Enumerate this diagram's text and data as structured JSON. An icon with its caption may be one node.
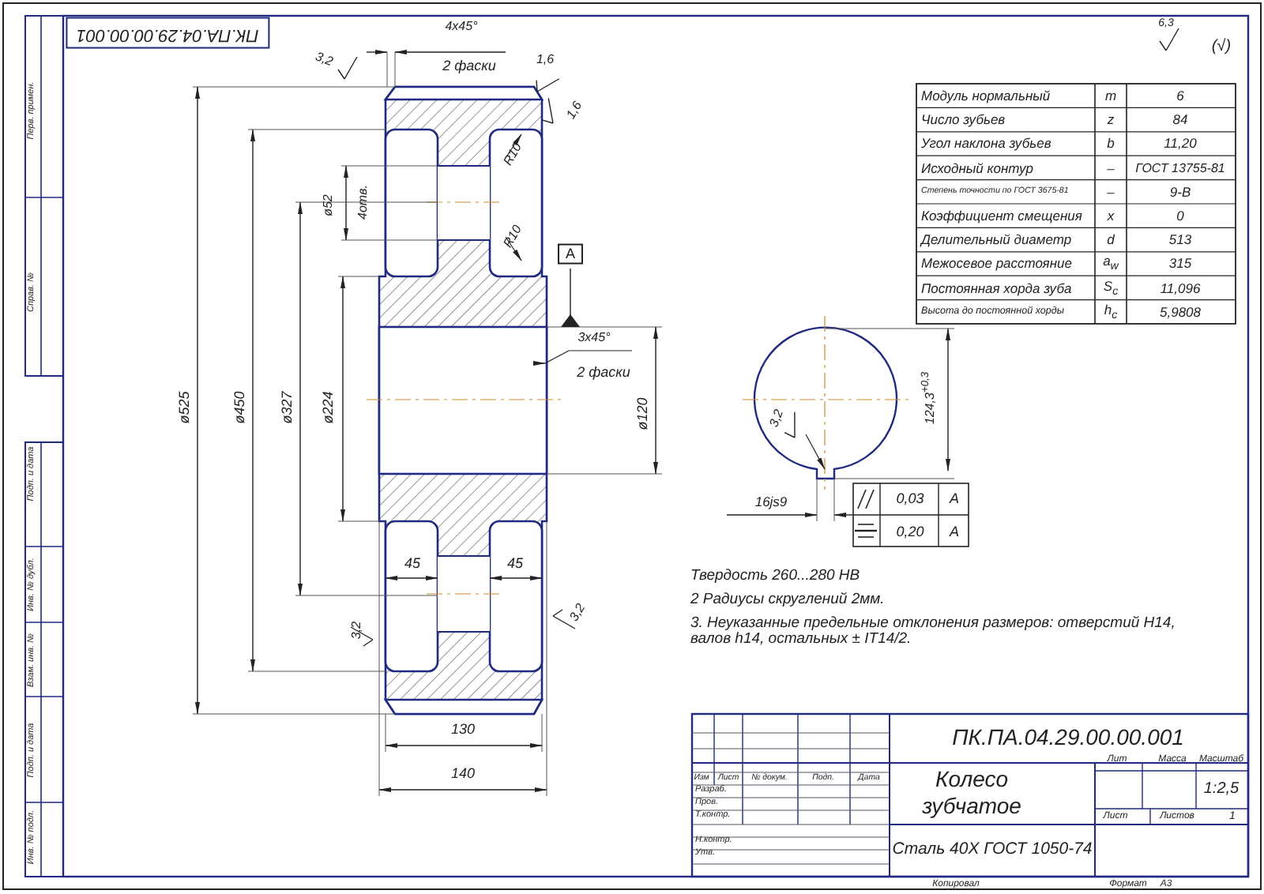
{
  "diagram": {
    "labels": [
      "Перв. примен.",
      "Справ. №",
      "Подп. и дата",
      "Инв. № дубл.",
      "Взам. инв. №",
      "Подп. и дата",
      "Инв. № подл.",
      "ПК.ПА.04.29.00.00.001",
      "3,2",
      "4x45°",
      "2 фаски",
      "1,6",
      "1,6",
      "R10",
      "ø52",
      "4отв.",
      "R10",
      "A",
      "3x45°",
      "2 фаски",
      "ø525",
      "ø450",
      "ø327",
      "ø224",
      "ø120",
      "45",
      "45",
      "3,2",
      "3,2",
      "130",
      "140",
      "6,3",
      "(√)",
      "Модуль нормальный",
      "m",
      "6",
      "Число зубьев",
      "z",
      "84",
      "Угол наклона зубьев",
      "b",
      "11,20",
      "Исходный контур",
      "–",
      "ГОСТ 13755-81",
      "Степень точности по ГОСТ 3675-81",
      "–",
      "9-В",
      "Коэффициент смещения",
      "x",
      "0",
      "Делительный диаметр",
      "d",
      "513",
      "Межосевое расстояние",
      "a$_{w}$",
      "315",
      "Постоянная хорда зуба",
      "S$_{c}$",
      "11,096",
      "Высота до постоянной хорды",
      "h$_{c}$",
      "5,9808",
      "3,2",
      "124,3$^{+0,3}$",
      "16js9",
      "0,03",
      "A",
      "0,20",
      "A",
      "Твердость 260...280 НВ",
      "2 Радиусы скруглений 2мм.",
      "3. Неуказанные предельные отклонения размеров: отверстий Н14, валов h14, остальных ± IT14/2.",
      "ПК.ПА.04.29.00.00.001",
      "Изм",
      "Лист",
      "№ докум.",
      "Подп.",
      "Дата",
      "Разраб.",
      "Пров.",
      "Т.контр.",
      "Н.контр.",
      "Утв.",
      "Колесо зубчатое",
      "Лит",
      "Масса",
      "Масштаб",
      "1:2,5",
      "Лист",
      "Листов",
      "1",
      "Сталь 40Х ГОСТ 1050-74",
      "Копировал",
      "Формат",
      "А3"
    ]
  }
}
